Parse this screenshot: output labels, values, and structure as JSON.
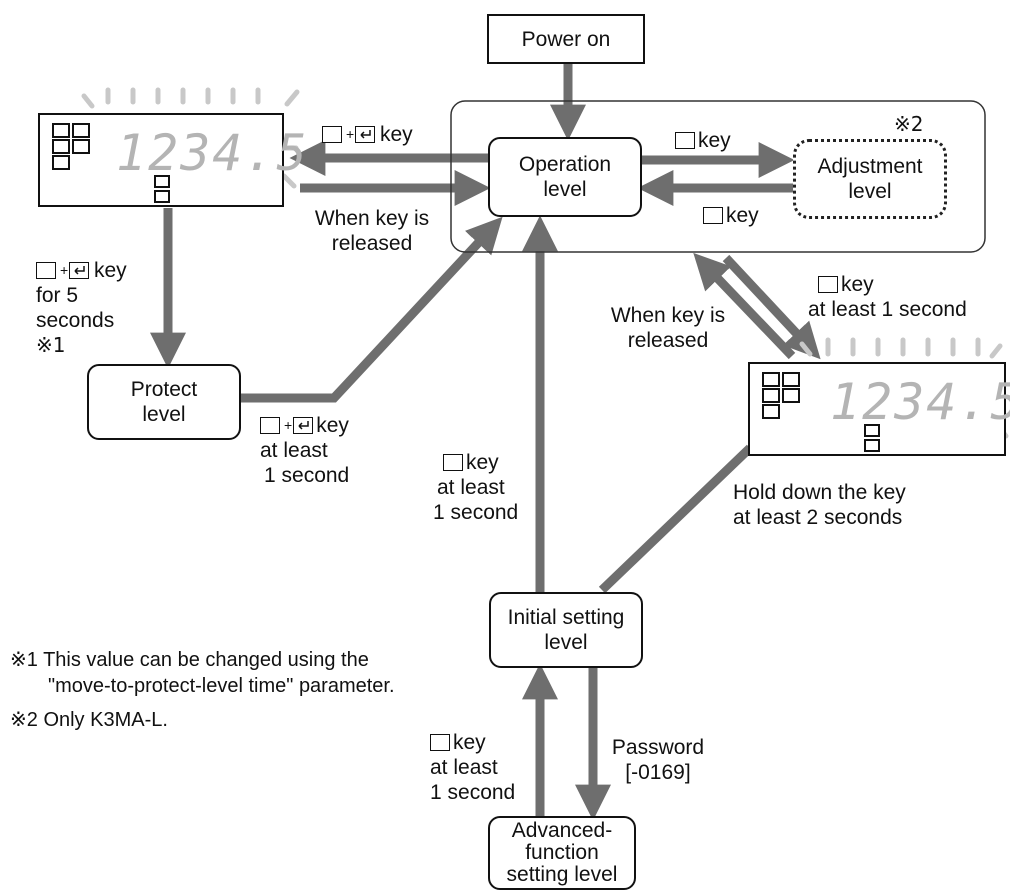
{
  "nodes": {
    "power_on": "Power on",
    "operation": [
      "Operation",
      "level"
    ],
    "adjustment": [
      "Adjustment",
      "level"
    ],
    "protect": [
      "Protect",
      "level"
    ],
    "initial": [
      "Initial setting",
      "level"
    ],
    "advanced": [
      "Advanced-",
      "function",
      "setting level"
    ]
  },
  "display": {
    "digits": "1234.5"
  },
  "labels": {
    "key": "key",
    "key_tight": "key",
    "when_released": [
      "When key is",
      "released"
    ],
    "when_released_right": [
      "When key is",
      "released"
    ],
    "for_5_seconds": [
      "for 5",
      "seconds"
    ],
    "note_mark_1": "※1",
    "note_mark_2": "※2",
    "at_least_1_second": "at least 1 second",
    "at_least_lines": [
      "at least",
      "1 second"
    ],
    "at_least_lines_2": [
      "at least",
      "1 second"
    ],
    "at_least_lines_3": [
      "at least",
      "1 second"
    ],
    "hold_down": [
      "Hold down the key",
      "at least 2 seconds"
    ],
    "password": [
      "Password",
      "[-0169]"
    ]
  },
  "notes": {
    "note1_line1": "※1  This value can be changed using the",
    "note1_line2": "\"move-to-protect-level time\" parameter.",
    "note2": "※2 Only K3MA-L."
  },
  "colors": {
    "arrow": "#6e6e6e",
    "ink": "#111111",
    "glow": "#c8c8c8",
    "segment": "#b4b4b4"
  }
}
